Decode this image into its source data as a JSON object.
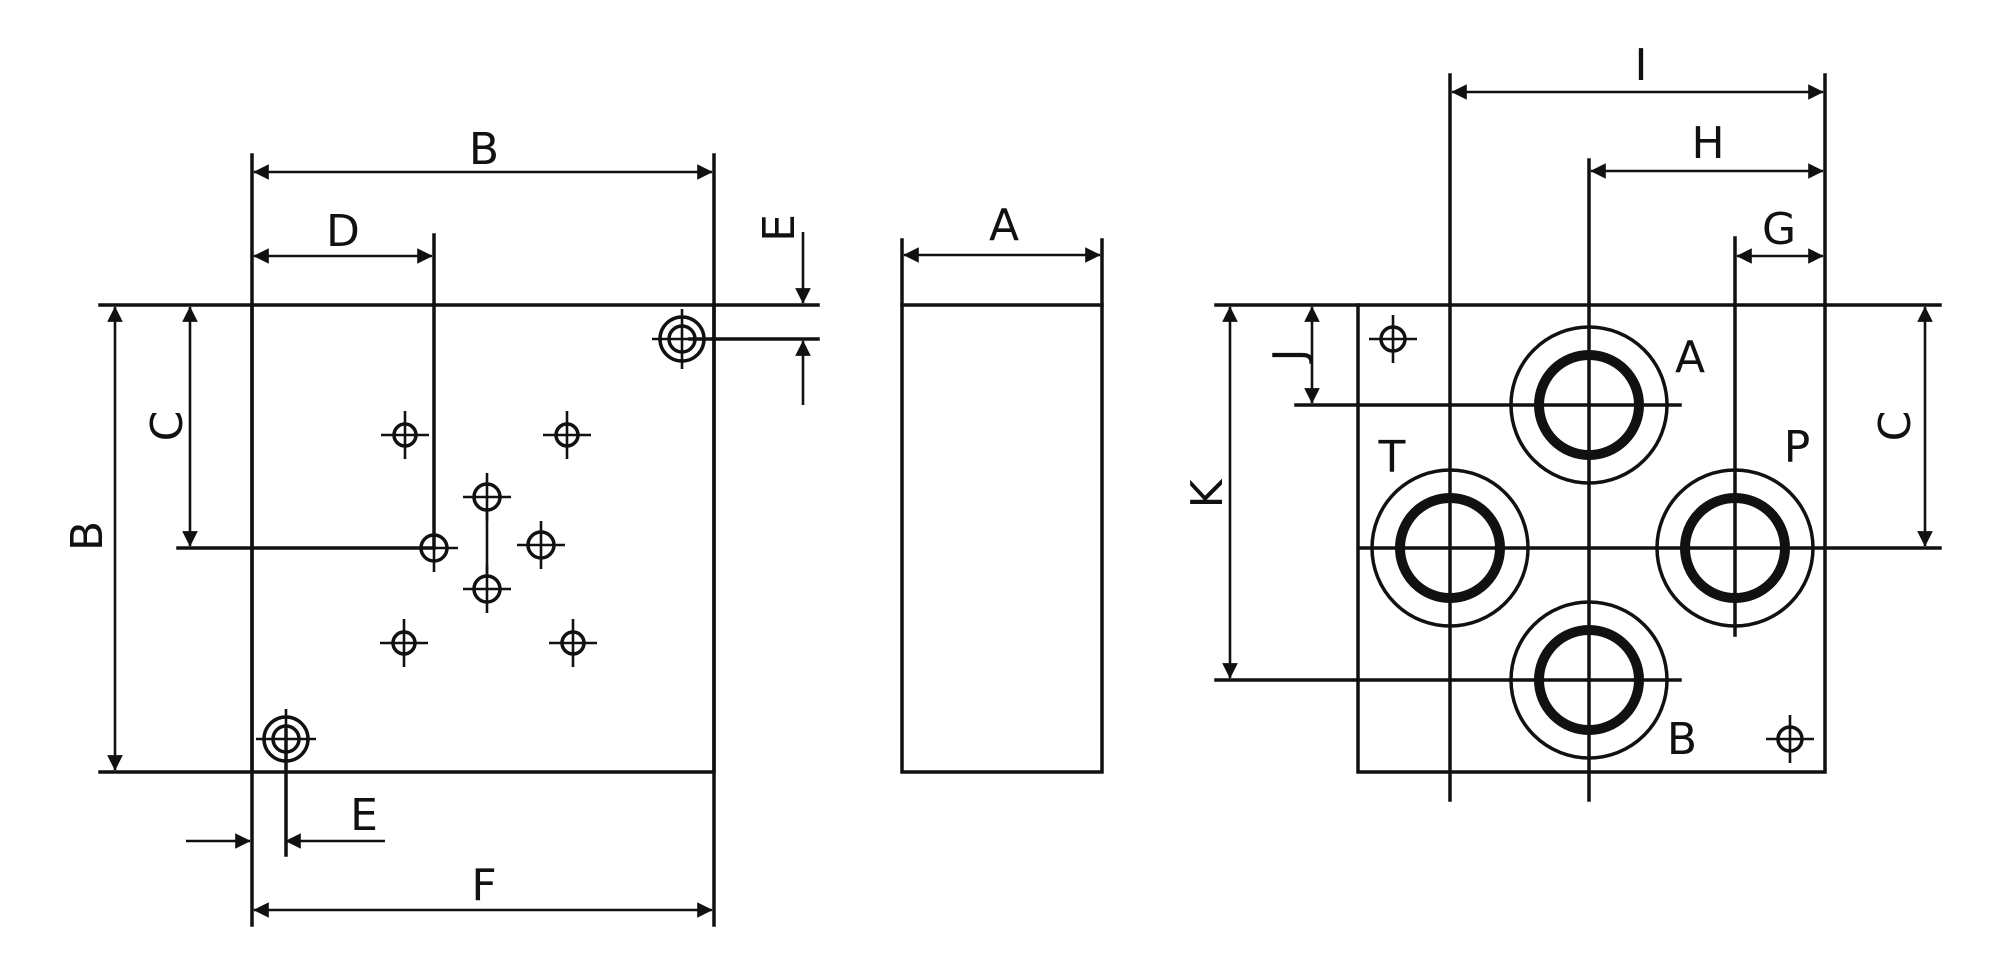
{
  "diagram": {
    "left_view": {
      "dims": {
        "B_top": "B",
        "D": "D",
        "E_top": "E",
        "C": "C",
        "B_side": "B",
        "E_bottom": "E",
        "F": "F"
      }
    },
    "side_view": {
      "dims": {
        "A": "A"
      }
    },
    "right_view": {
      "dims": {
        "I": "I",
        "H": "H",
        "G": "G",
        "J": "J",
        "K": "K",
        "C": "C"
      },
      "ports": {
        "A": "A",
        "B": "B",
        "P": "P",
        "T": "T"
      }
    }
  }
}
